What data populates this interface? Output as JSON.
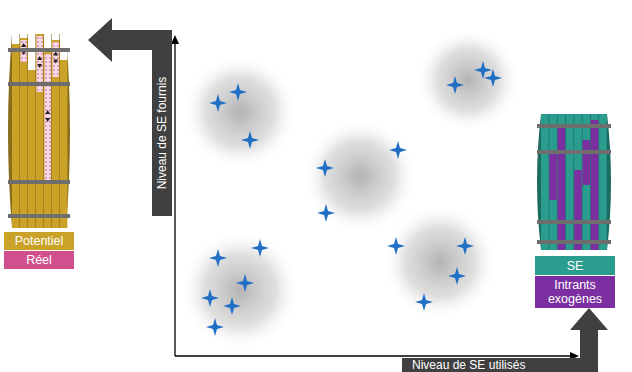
{
  "diagram": {
    "nodes": [
      {
        "text": [
          "Niveau de SE fournis"
        ]
      },
      {
        "text": [
          "Niveau de SE utilisés"
        ]
      }
    ],
    "legend": [
      {
        "text": "Potentiel",
        "color": "#c9a227"
      },
      {
        "text": "Réel",
        "color": "#d0508e"
      },
      {
        "text": "SE",
        "color": "#2a9d8f"
      },
      {
        "text": "Intrants exogènes",
        "color": "#7b2fa0"
      }
    ]
  }
}
